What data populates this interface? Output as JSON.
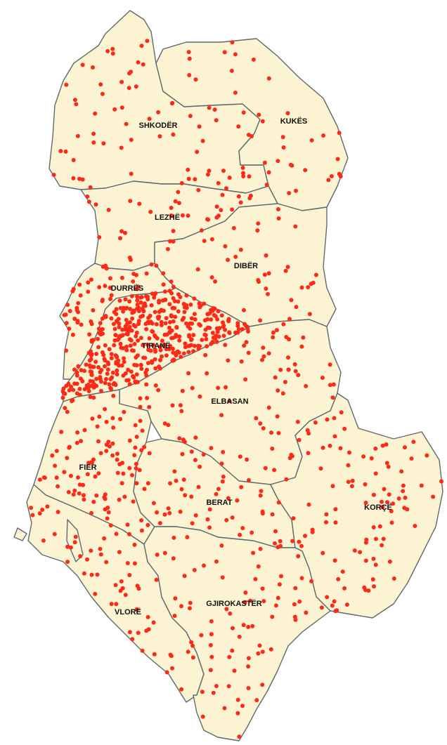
{
  "map": {
    "land_color": "#fbf3d2",
    "border_color": "#5e6a6c",
    "point_color": "#ff2a17",
    "regions": [
      {
        "id": "shkoder",
        "label": "SHKODËR"
      },
      {
        "id": "kukes",
        "label": "KUKËS"
      },
      {
        "id": "lezhe",
        "label": "LEZHË"
      },
      {
        "id": "diber",
        "label": "DIBËR"
      },
      {
        "id": "durres",
        "label": "DURRËS"
      },
      {
        "id": "tirane",
        "label": "TIRANË"
      },
      {
        "id": "elbasan",
        "label": "ELBASAN"
      },
      {
        "id": "fier",
        "label": "FIER"
      },
      {
        "id": "berat",
        "label": "BERAT"
      },
      {
        "id": "korce",
        "label": "KORÇË"
      },
      {
        "id": "vlore",
        "label": "VLORË"
      },
      {
        "id": "gjirokaster",
        "label": "GJIROKASTËR"
      }
    ]
  }
}
